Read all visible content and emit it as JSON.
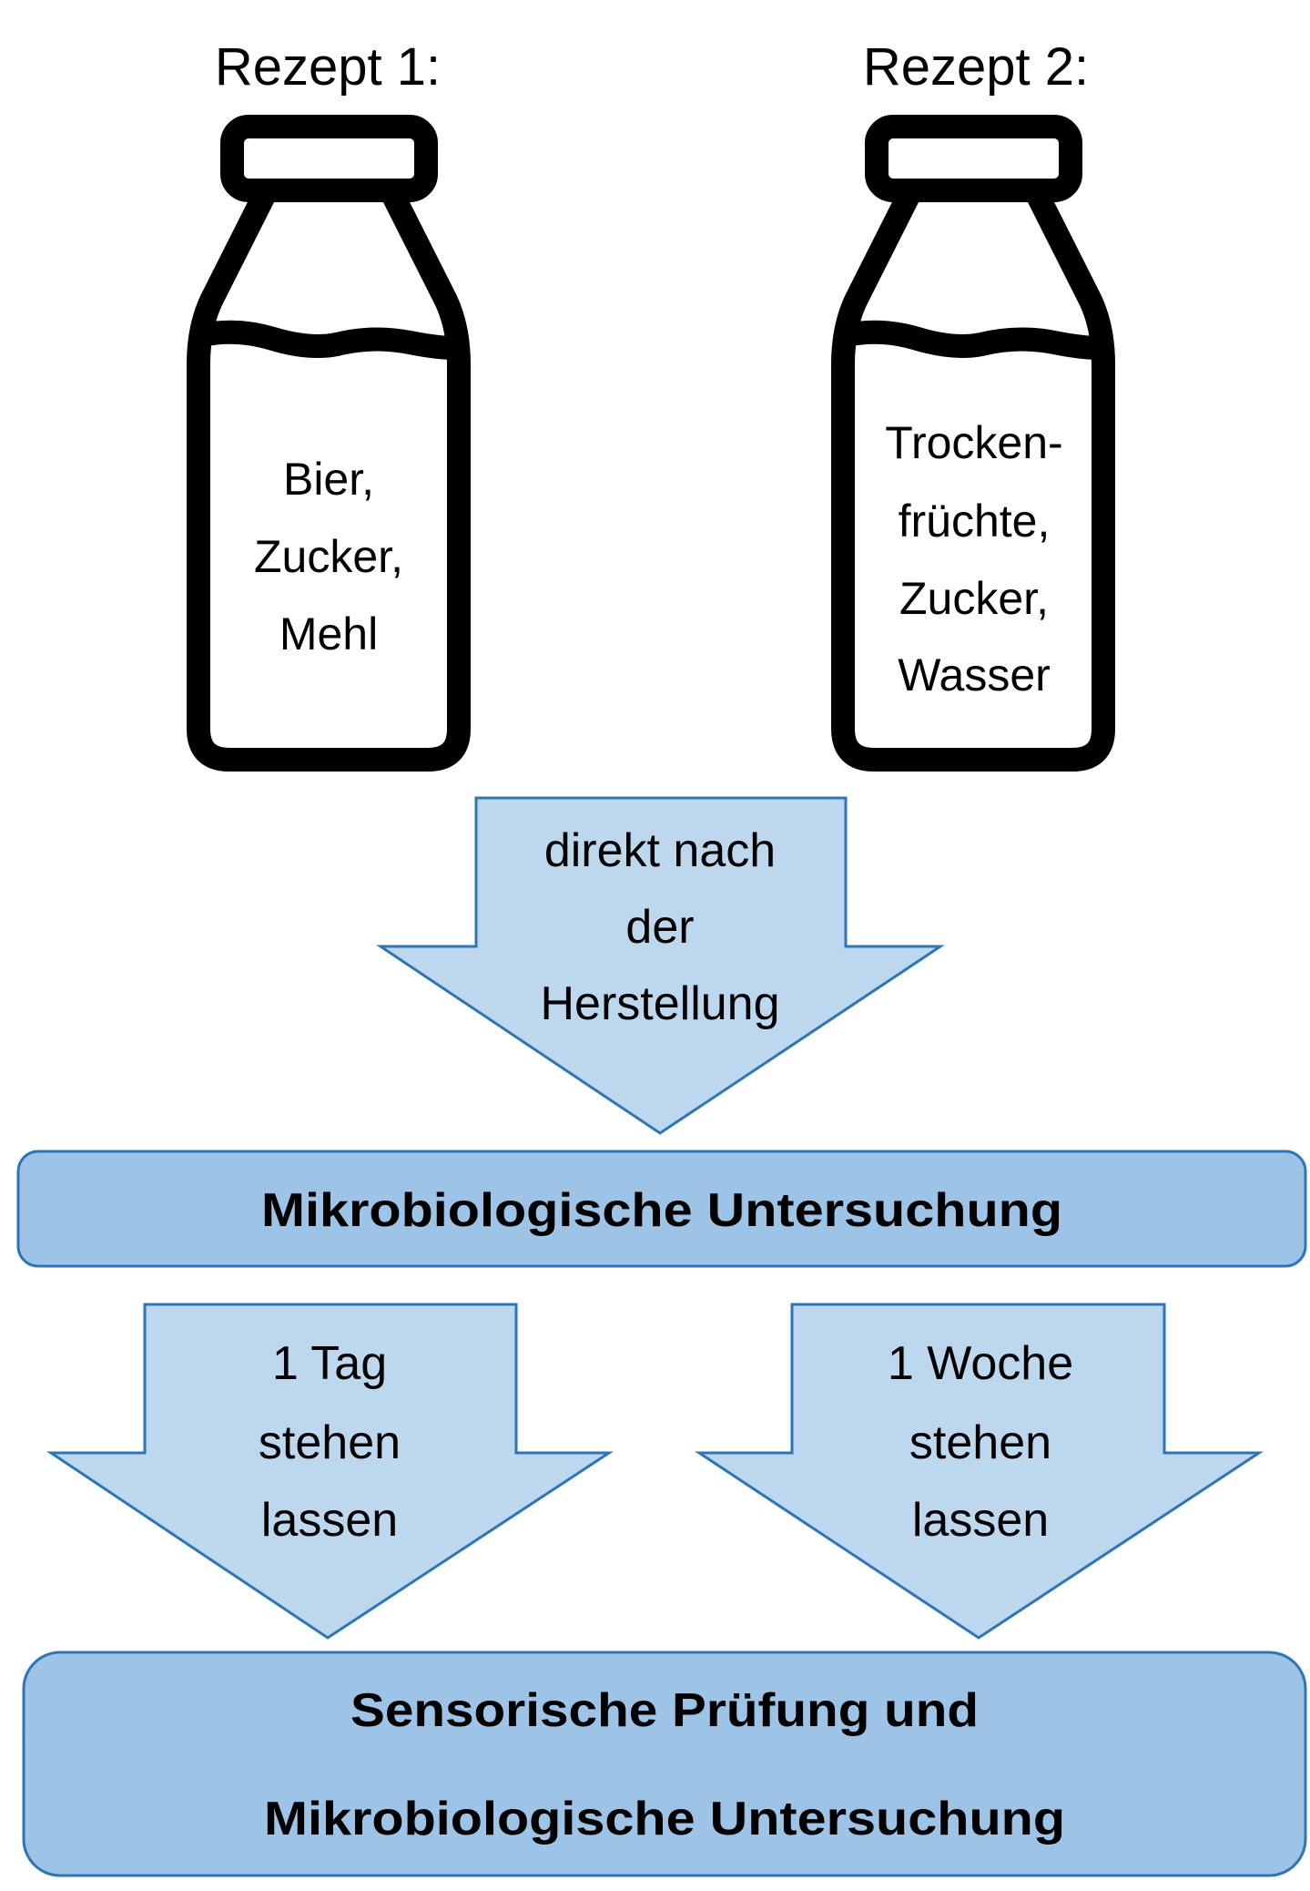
{
  "recipes": [
    {
      "title": "Rezept 1:",
      "ingredients": [
        "Bier,",
        "Zucker,",
        "Mehl"
      ]
    },
    {
      "title": "Rezept 2:",
      "ingredients": [
        "Trocken-",
        "früchte,",
        "Zucker,",
        "Wasser"
      ]
    }
  ],
  "arrow_top": {
    "lines": [
      "direkt nach",
      "der",
      "Herstellung"
    ]
  },
  "box_1": {
    "label": "Mikrobiologische Untersuchung"
  },
  "arrow_left": {
    "lines": [
      "1 Tag",
      "stehen",
      "lassen"
    ]
  },
  "arrow_right": {
    "lines": [
      "1 Woche",
      "stehen",
      "lassen"
    ]
  },
  "box_2": {
    "lines": [
      "Sensorische Prüfung und",
      "Mikrobiologische Untersuchung"
    ]
  },
  "colors": {
    "arrow_fill": "#bdd7ee",
    "box_fill": "#9dc3e6",
    "stroke": "#2e75b6"
  }
}
